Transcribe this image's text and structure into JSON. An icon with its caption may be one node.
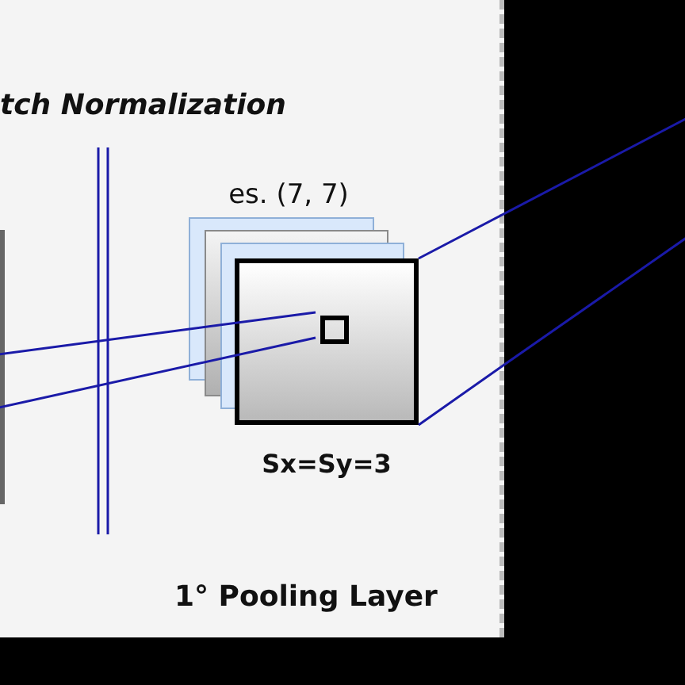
{
  "diagram": {
    "nodes": [
      {
        "text": [
          "1° Pooling Layer"
        ]
      },
      {
        "text": [],
        "shape": "box",
        "in": 0
      },
      {
        "text": [],
        "shape": "box",
        "in": 1
      }
    ],
    "edges": [
      {
        "from": null,
        "to": 2,
        "arrow": "none",
        "color": "#1a1aa8"
      },
      {
        "from": null,
        "to": 2,
        "arrow": "none",
        "color": "#1a1aa8"
      },
      {
        "from": 1,
        "to": null,
        "arrow": "none",
        "color": "#1a1aa8"
      },
      {
        "from": 1,
        "to": null,
        "arrow": "none",
        "color": "#1a1aa8"
      }
    ],
    "labels": [
      "tch Normalization",
      "es. (7, 7)",
      "Sx=Sy=3"
    ]
  }
}
